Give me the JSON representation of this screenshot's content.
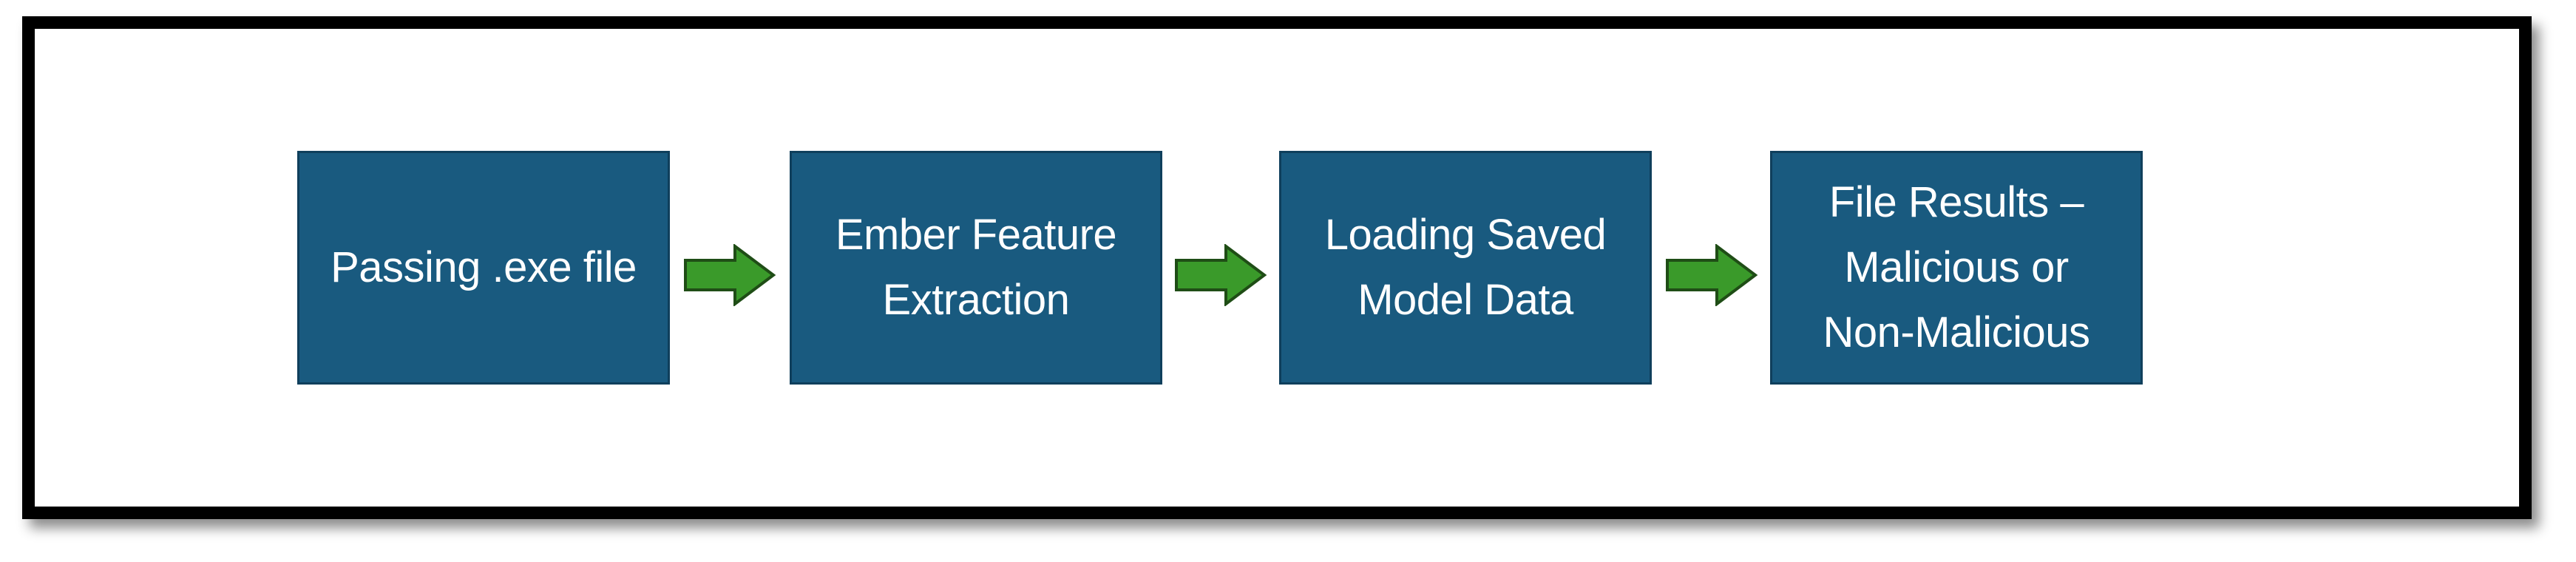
{
  "diagram": {
    "title": "",
    "colors": {
      "box_fill": "#195a7f",
      "box_border": "#0f3f5c",
      "box_text": "#ffffff",
      "arrow_fill": "#3a9a2a",
      "arrow_stroke": "#1f4d16",
      "frame_border": "#000000"
    },
    "steps": [
      {
        "label": "Passing .exe file"
      },
      {
        "label": "Ember Feature\nExtraction"
      },
      {
        "label": "Loading Saved\nModel Data"
      },
      {
        "label": "File Results –\nMalicious or\nNon-Malicious"
      }
    ],
    "connectors": [
      {
        "from": 1,
        "to": 2,
        "icon": "right-arrow-icon"
      },
      {
        "from": 2,
        "to": 3,
        "icon": "right-arrow-icon"
      },
      {
        "from": 3,
        "to": 4,
        "icon": "right-arrow-icon"
      }
    ]
  }
}
